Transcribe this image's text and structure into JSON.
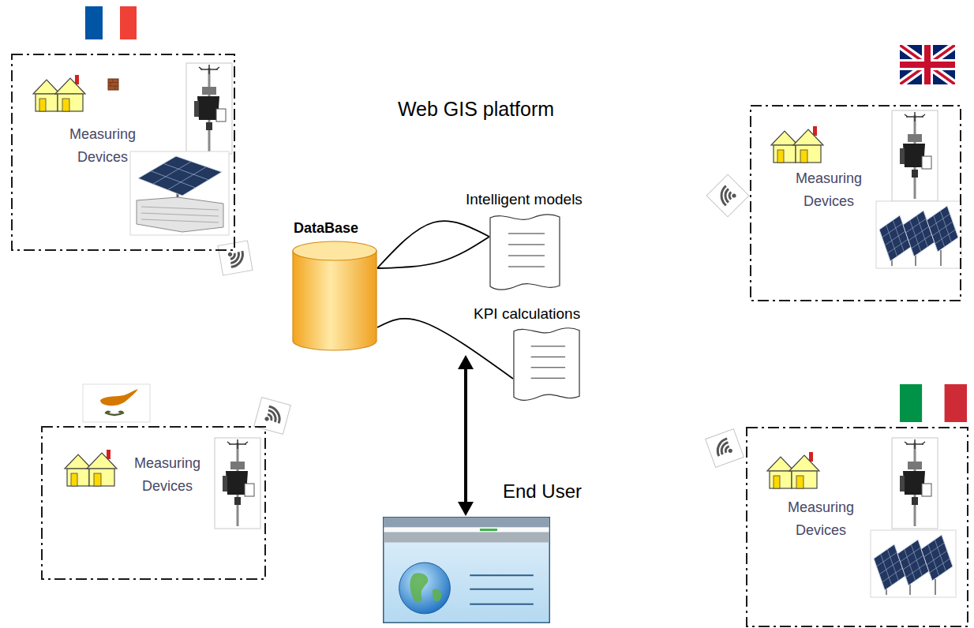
{
  "diagram": {
    "title": "Web GIS platform",
    "nodes": [
      {
        "text": [
          "Measuring Devices"
        ]
      },
      {
        "text": [
          "Measuring Devices"
        ]
      },
      {
        "text": [
          "DataBase"
        ]
      },
      {
        "text": [
          "Intelligent models"
        ]
      },
      {
        "text": [
          "KPI calculations"
        ]
      },
      {
        "text": [
          "Measuring Devices"
        ]
      },
      {
        "text": [
          "Measuring Devices"
        ]
      },
      {
        "text": [
          "End User"
        ]
      }
    ],
    "edges": [
      {
        "from": 2,
        "to": 3,
        "arrow": "none"
      },
      {
        "from": 2,
        "to": 4,
        "arrow": "none"
      }
    ]
  }
}
